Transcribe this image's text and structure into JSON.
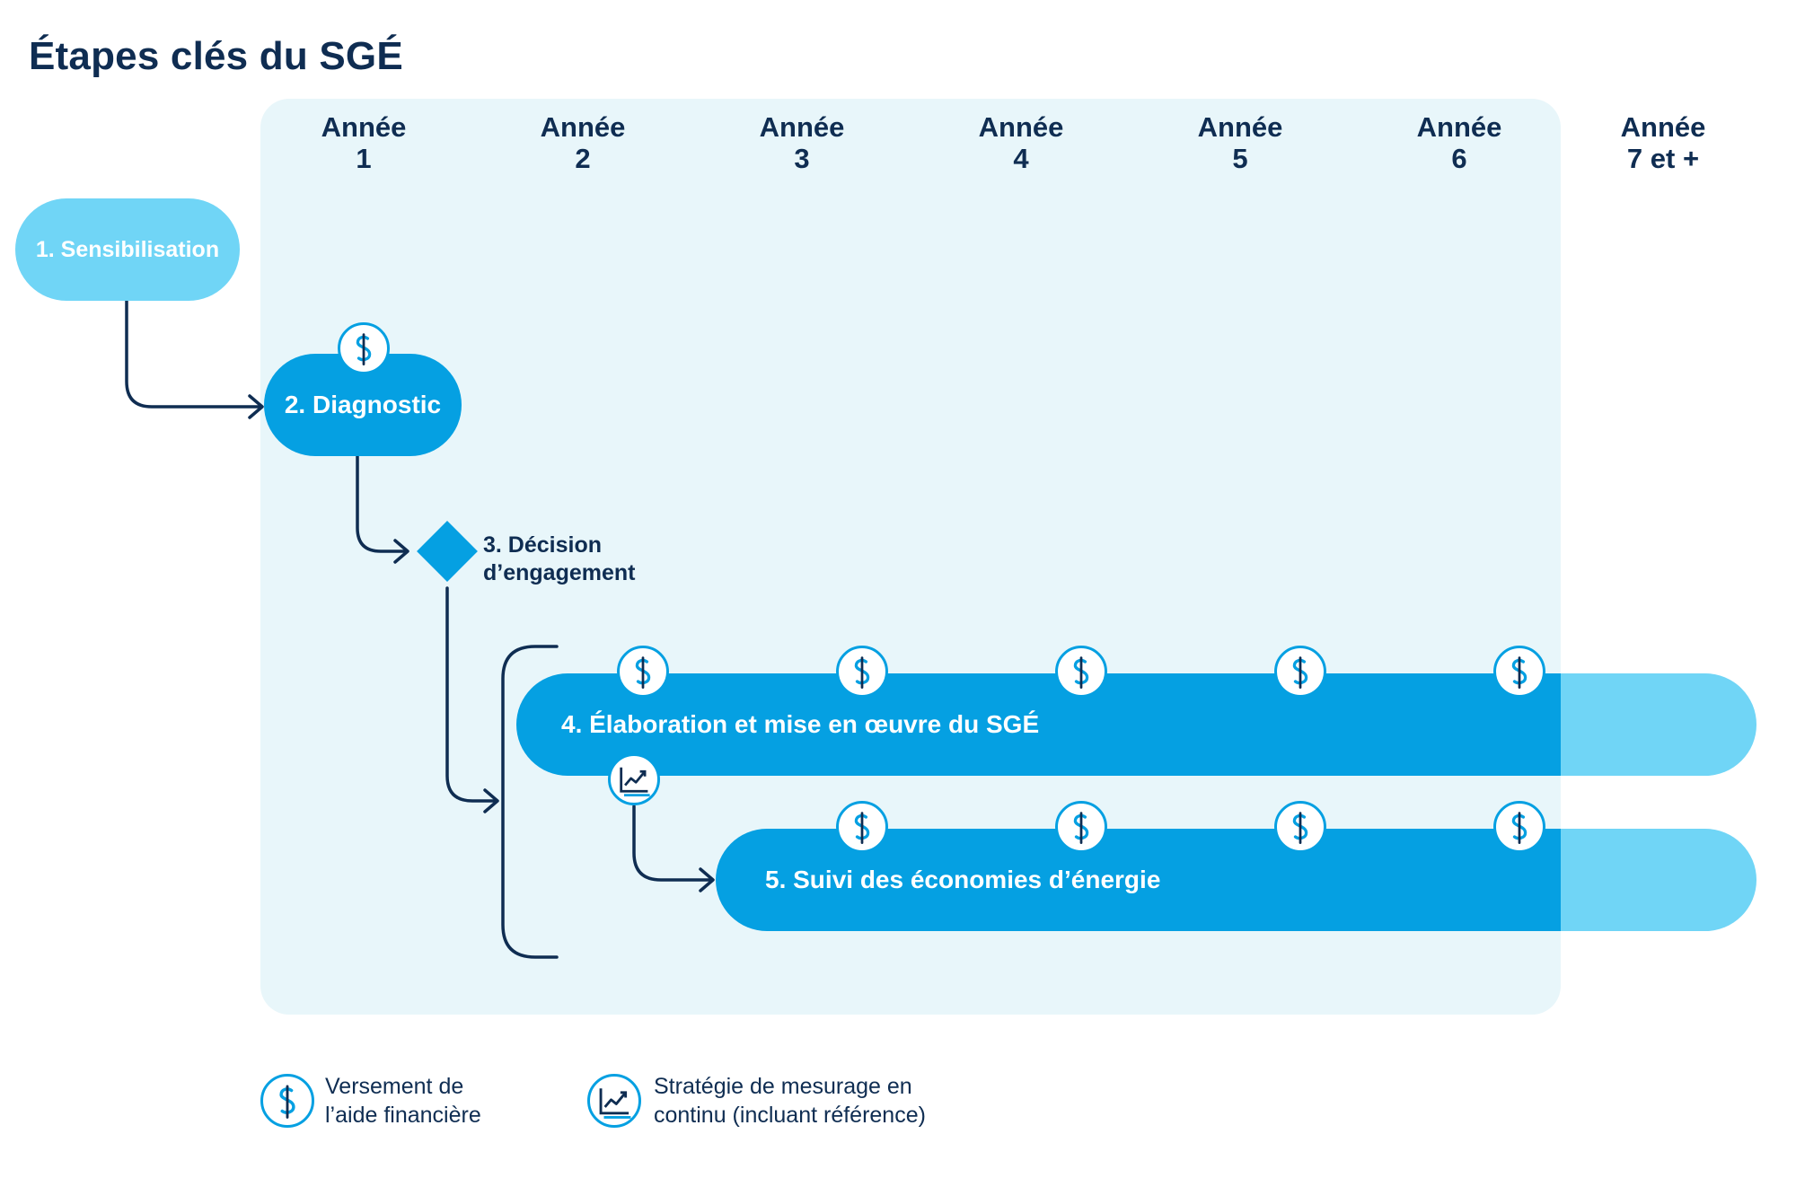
{
  "title": "Étapes clés du SGÉ",
  "years": [
    {
      "line1": "Année",
      "line2": "1"
    },
    {
      "line1": "Année",
      "line2": "2"
    },
    {
      "line1": "Année",
      "line2": "3"
    },
    {
      "line1": "Année",
      "line2": "4"
    },
    {
      "line1": "Année",
      "line2": "5"
    },
    {
      "line1": "Année",
      "line2": "6"
    },
    {
      "line1": "Année",
      "line2": "7 et +"
    }
  ],
  "steps": {
    "sensibilisation": "1. Sensibilisation",
    "diagnostic": "2. Diagnostic",
    "decision_line1": "3. Décision",
    "decision_line2": "d’engagement",
    "elaboration": "4. Élaboration et mise en œuvre du SGÉ",
    "suivi": "5. Suivi des économies d’énergie"
  },
  "legend": {
    "payment_line1": "Versement de",
    "payment_line2": "l’aide financière",
    "measure_line1": "Stratégie de mesurage en",
    "measure_line2": "continu (incluant référence)"
  },
  "icons": {
    "payment": "dollar-icon",
    "measurement": "chart-trend-icon"
  },
  "colors": {
    "navy": "#0f2d52",
    "blue": "#05a0e2",
    "light_blue": "#70d5f6",
    "panel": "#e8f6fa"
  }
}
